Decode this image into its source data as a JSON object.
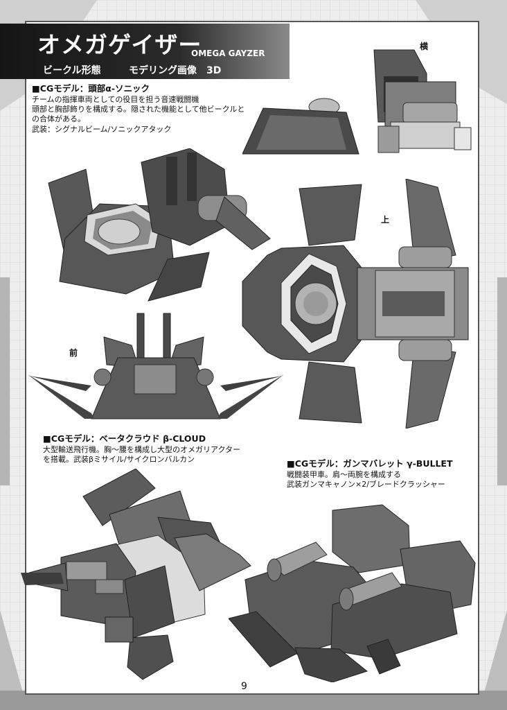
{
  "header": {
    "title_jp": "オメガゲイザー",
    "title_en": "OMEGA GAYZER",
    "sub_left": "ビークル形態",
    "sub_right": "モデリング画像　3D"
  },
  "sections": {
    "alpha": {
      "heading": "■CGモデル：頭部α-ソニック",
      "lines": [
        "チームの指揮車両としての役目を担う音速戦闘機",
        "頭部と胸部飾りを構成する。隠された機能として他ビークルと",
        "の合体がある。",
        "武装：シグナルビーム/ソニックアタック"
      ]
    },
    "beta": {
      "heading": "■CGモデル：ベータクラウド β-CLOUD",
      "lines": [
        "大型輸送飛行機。胸～腰を構成し大型のオメガリアクター",
        "を搭載。武装βミサイル/サイクロンバルカン"
      ]
    },
    "gamma": {
      "heading": "■CGモデル：ガンマバレット γ-BULLET",
      "lines": [
        "戦闘装甲車。肩～両腕を構成する",
        "武装ガンマキャノン×2/ブレードクラッシャー"
      ]
    }
  },
  "view_labels": {
    "side": "横",
    "top": "上",
    "front": "前"
  },
  "page_number": "9"
}
